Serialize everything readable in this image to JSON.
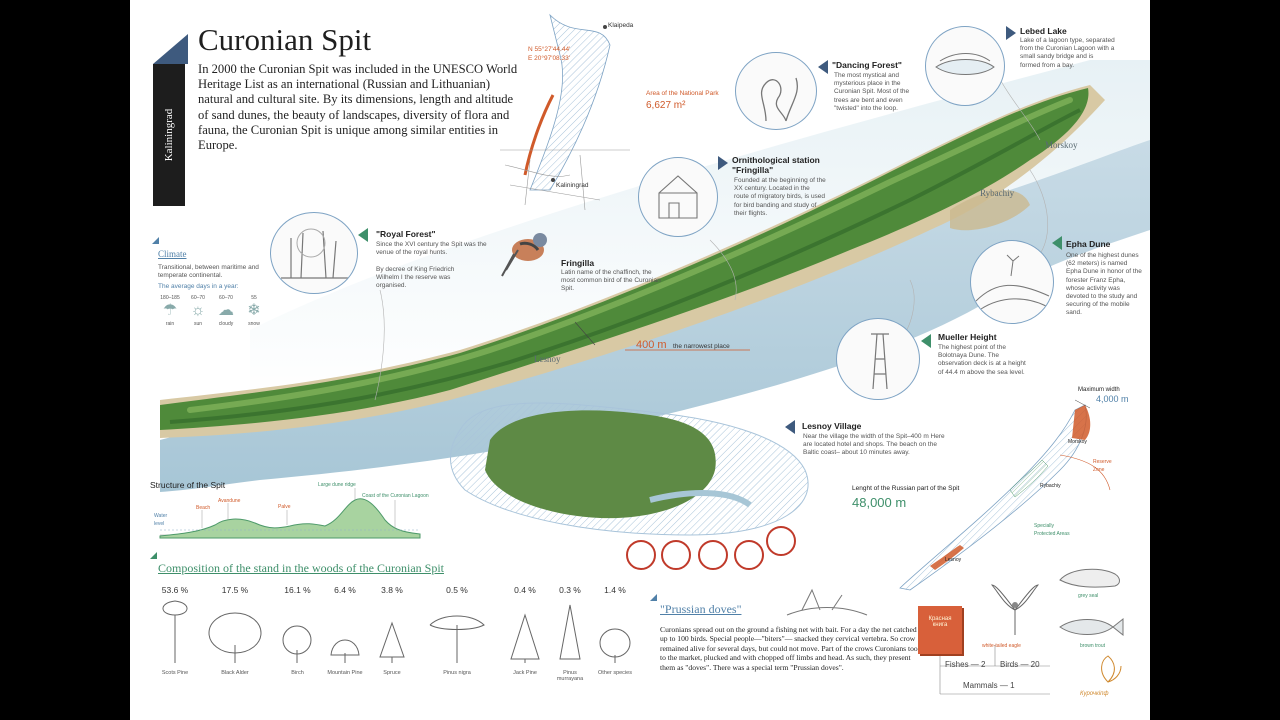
{
  "poster": {
    "title": "Curonian Spit",
    "region": "Kaliningrad",
    "intro": "In 2000 the Curonian Spit was included in the UNESCO World Heritage List as an international (Russian and Lithuanian) natural and cultural site. By its dimensions, length and altitude of sand dunes, the beauty of landscapes, diversity of flora and fauna, the Curonian Spit is unique among similar entities in Europe."
  },
  "map": {
    "coord_n": "N 55°27'44.44'",
    "coord_e": "E 20°97'08.33'",
    "city_north": "Klaipeda",
    "city_south": "Kaliningrad",
    "area_label": "Area of the National Park",
    "area_value": "6,627 m²"
  },
  "places": {
    "morskoy": "Morskoy",
    "rybachiy": "Rybachiy",
    "lesnoy": "Lesnoy"
  },
  "narrowest": {
    "value": "400 m",
    "label": "the narrowest place"
  },
  "climate": {
    "title": "Climate",
    "desc": "Transitional, between maritime and temperate continental.",
    "days_title": "The average days in a year:",
    "items": [
      {
        "days": "180–185",
        "label": "rain"
      },
      {
        "days": "60–70",
        "label": "sun"
      },
      {
        "days": "60–70",
        "label": "cloudy"
      },
      {
        "days": "55",
        "label": "snow"
      }
    ]
  },
  "royal_forest": {
    "title": "\"Royal Forest\"",
    "text1": "Since the XVI century the Spit was the venue of the royal hunts.",
    "text2": "By decree of King Friedrich Wilhelm I the reserve was organised."
  },
  "fringilla": {
    "title": "Fringilla",
    "text": "Latin name of the chaffinch, the most common bird of the Curonian Spit."
  },
  "ornithological": {
    "title": "Ornithological station \"Fringilla\"",
    "text": "Founded at the beginning of the XX century. Located in the route of migratory birds, is used for bird banding and study of their flights."
  },
  "dancing_forest": {
    "title": "\"Dancing Forest\"",
    "text": "The most mystical and mysterious place in the Curonian Spit. Most of the trees are bent and even \"twisted\" into the loop."
  },
  "lebed_lake": {
    "title": "Lebed Lake",
    "text": "Lake of a lagoon type, separated from the Curonian Lagoon with a small sandy bridge and is formed from a bay."
  },
  "epha_dune": {
    "title": "Epha Dune",
    "text": "One of the highest dunes (62 meters) is named Epha Dune in honor of the forester Franz Epha, whose activity was devoted to the study and securing of the mobile sand."
  },
  "mueller": {
    "title": "Mueller Height",
    "text": "The highest point of the Bolotnaya Dune. The observation deck is at a height of 44.4 m above the sea level."
  },
  "lesnoy_village": {
    "title": "Lesnoy Village",
    "text": "Near the village the width of the Spit–400 m Here are located hotel and shops. The beach on the Baltic coast– about 10 minutes away."
  },
  "structure": {
    "title": "Structure of the Spit",
    "water": "Water level",
    "beach": "Beach",
    "avandune": "Avandune",
    "palve": "Palve",
    "ridge": "Large dune ridge",
    "coast": "Coast of the Curonian Lagoon"
  },
  "composition": {
    "title": "Composition of the stand in the woods of the Curonian Spit",
    "items": [
      {
        "pct": "53.6 %",
        "label": "Scots Pine"
      },
      {
        "pct": "17.5 %",
        "label": "Black Alder"
      },
      {
        "pct": "16.1 %",
        "label": "Birch"
      },
      {
        "pct": "6.4 %",
        "label": "Mountain Pine"
      },
      {
        "pct": "3.8 %",
        "label": "Spruce"
      },
      {
        "pct": "0.5 %",
        "label": "Pinus nigra"
      },
      {
        "pct": "0.4 %",
        "label": "Jack Pine"
      },
      {
        "pct": "0.3 %",
        "label": "Pinus murrayana"
      },
      {
        "pct": "1.4 %",
        "label": "Other species"
      }
    ]
  },
  "prussian": {
    "title": "\"Prussian doves\"",
    "text": "Curonians spread out on the ground a fishing net with bait. For a day the net catched up to 100 birds. Special people—\"biters\"— snacked they cervical vertebra. So crow remained alive for several days, but could not move. Part of the crows Curonians took to the market, plucked and with chopped off limbs and head. As such, they present them as \"doves\". There was a special term \"Prussian doves\"."
  },
  "russian_part": {
    "width_label": "Maximum width",
    "width_value": "4,000 m",
    "length_label": "Lenght of the Russian part of the Spit",
    "length_value": "48,000 m",
    "morskoy": "Morskoy",
    "rybachiy": "Rybachiy",
    "lesnoy": "Lesnoy",
    "reserve": "Reserve Zone",
    "protected": "Specially Protected Areas"
  },
  "red_book": {
    "book": "Красная книга",
    "eagle": "white-tailed eagle",
    "seal": "grey seal",
    "trout": "brown trout",
    "fishes": "Fishes — 2",
    "birds": "Birds — 20",
    "mammals": "Mammals — 1",
    "signature": "Курочкіпф"
  }
}
